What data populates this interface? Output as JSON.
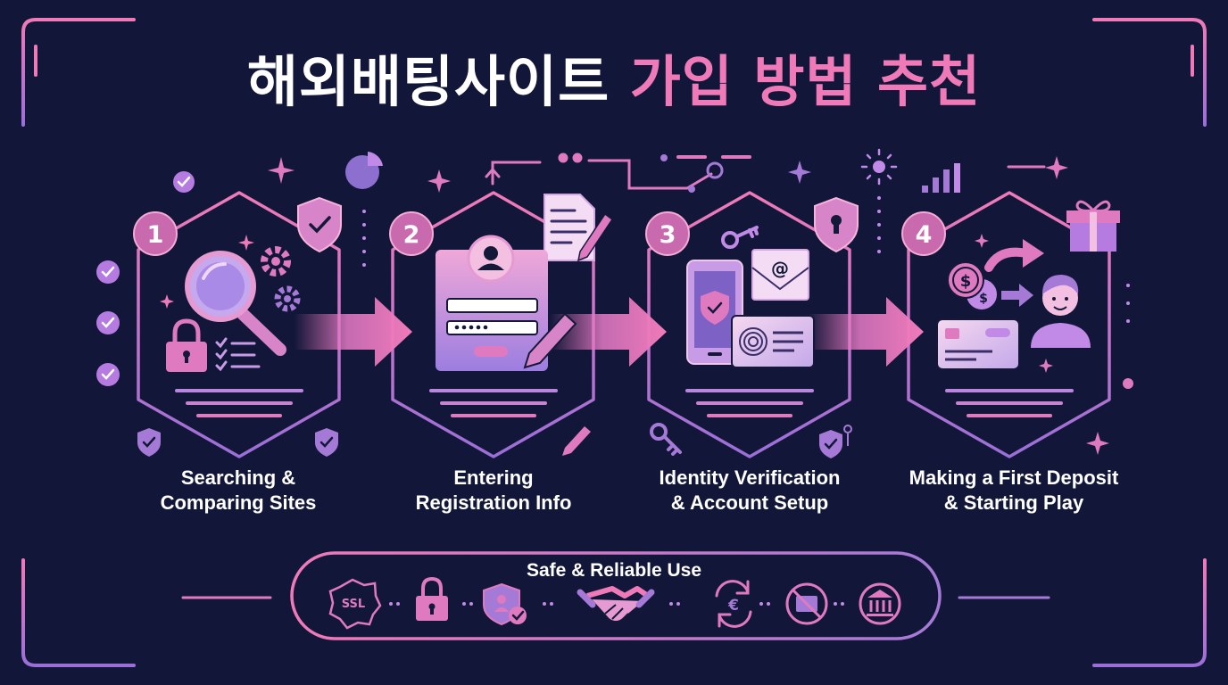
{
  "title": {
    "part_white": "해외배팅사이트",
    "part_pink": "가입 방법 추천"
  },
  "steps": [
    {
      "number": "1",
      "line1": "Searching &",
      "line2": "Comparing Sites"
    },
    {
      "number": "2",
      "line1": "Entering",
      "line2": "Registration Info"
    },
    {
      "number": "3",
      "line1": "Identity Verification",
      "line2": "& Account Setup"
    },
    {
      "number": "4",
      "line1": "Making a First Deposit",
      "line2": "& Starting Play"
    }
  ],
  "safety": {
    "label": "Safe & Reliable Use",
    "ssl_text": "SSL",
    "icons": [
      "ssl-badge-icon",
      "padlock-icon",
      "shield-user-icon",
      "handshake-icon",
      "refresh-currency-icon",
      "no-scam-icon",
      "bank-icon"
    ]
  },
  "step_icons": [
    [
      "magnifier-icon",
      "gear-icon",
      "padlock-icon",
      "checklist-icon",
      "shield-check-icon"
    ],
    [
      "registration-form-icon",
      "user-avatar-icon",
      "pencil-icon",
      "document-icon"
    ],
    [
      "phone-shield-icon",
      "email-icon",
      "fingerprint-card-icon",
      "key-icon",
      "shield-keyhole-icon"
    ],
    [
      "coins-icon",
      "credit-card-icon",
      "user-icon",
      "gift-icon",
      "bar-chart-icon"
    ]
  ],
  "colors": {
    "background": "#12173a",
    "accent_pink": "#f07ab8",
    "accent_purple": "#a57ad6",
    "badge_fill": "#c96aae",
    "text_white": "#ffffff"
  }
}
